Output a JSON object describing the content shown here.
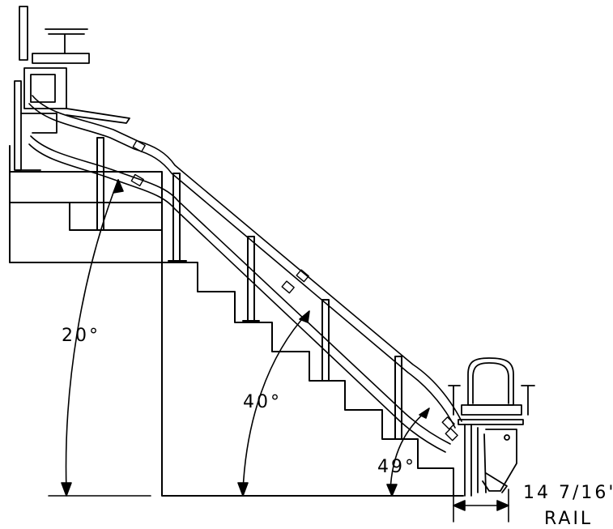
{
  "labels": {
    "angle_upper": "20°",
    "angle_middle": "40°",
    "angle_lower": "49°",
    "rail_width": "14 7/16\"",
    "rail_caption": "RAIL"
  },
  "colors": {
    "line": "#000000",
    "background": "#ffffff"
  },
  "icons": {
    "seat_top": "stairlift-chair-icon",
    "seat_bottom": "stairlift-chair-icon"
  }
}
